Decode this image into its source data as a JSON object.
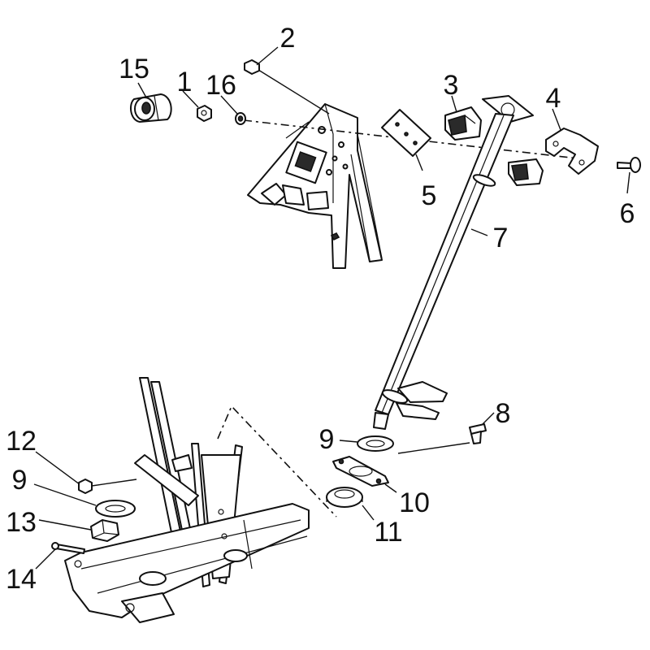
{
  "callouts": {
    "c1": "1",
    "c2": "2",
    "c3": "3",
    "c4": "4",
    "c5": "5",
    "c6": "6",
    "c7": "7",
    "c8": "8",
    "c9a": "9",
    "c9b": "9",
    "c10": "10",
    "c11": "11",
    "c12": "12",
    "c13": "13",
    "c14": "14",
    "c15": "15",
    "c16": "16"
  }
}
